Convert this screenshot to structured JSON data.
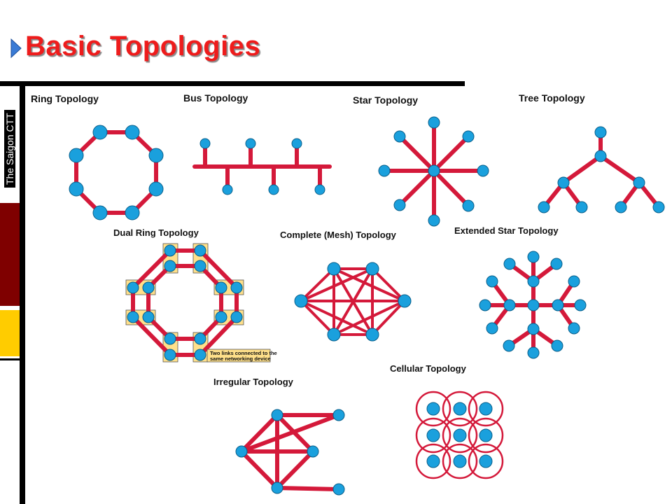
{
  "title": "Basic Topologies",
  "sidebar": {
    "label": "The Saigon CTT"
  },
  "colors": {
    "title": "#ee1c1c",
    "link": "#d4193a",
    "node": "#1aa0dd",
    "sidebar_red": "#7f0000",
    "sidebar_yellow": "#ffcc00"
  },
  "labels": {
    "ring": "Ring Topology",
    "bus": "Bus Topology",
    "star": "Star Topology",
    "tree": "Tree Topology",
    "dual_ring": "Dual Ring Topology",
    "mesh": "Complete (Mesh) Topology",
    "extended_star": "Extended Star Topology",
    "cellular": "Cellular Topology",
    "irregular": "Irregular Topology"
  },
  "dual_ring_note": [
    "Two links connected to the",
    "same networking device"
  ]
}
